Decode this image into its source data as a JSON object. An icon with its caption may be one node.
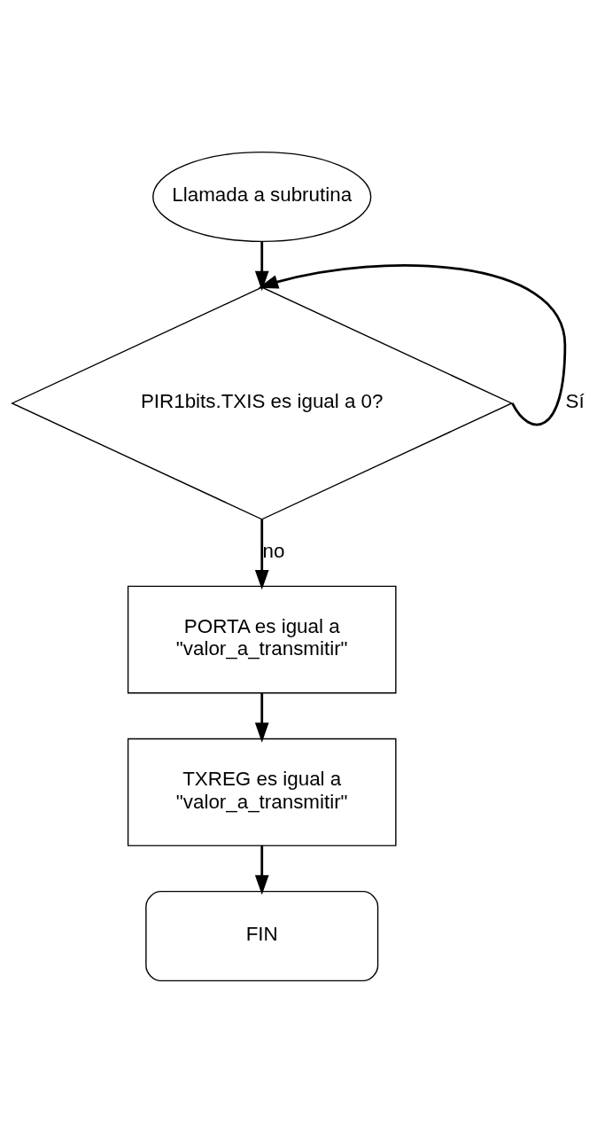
{
  "diagram": {
    "nodes": [
      {
        "text": [
          "Llamada a subrutina"
        ]
      },
      {
        "text": [
          "PIR1bits.TXIS es igual a 0?"
        ]
      },
      {
        "text": [
          "PORTA es igual a \"valor_a_transmitir\""
        ]
      },
      {
        "text": [
          "TXREG es igual a \"valor_a_transmitir\""
        ]
      },
      {
        "text": [
          "FIN"
        ]
      }
    ],
    "edges": [
      {
        "from": 0,
        "to": 1,
        "arrow": "to"
      },
      {
        "from": 1,
        "to": 1,
        "arrow": "to",
        "label": "Sí"
      },
      {
        "from": 1,
        "to": 2,
        "arrow": "to",
        "label": "no"
      },
      {
        "from": 2,
        "to": 3,
        "arrow": "to"
      },
      {
        "from": 3,
        "to": 4,
        "arrow": "to"
      }
    ]
  }
}
